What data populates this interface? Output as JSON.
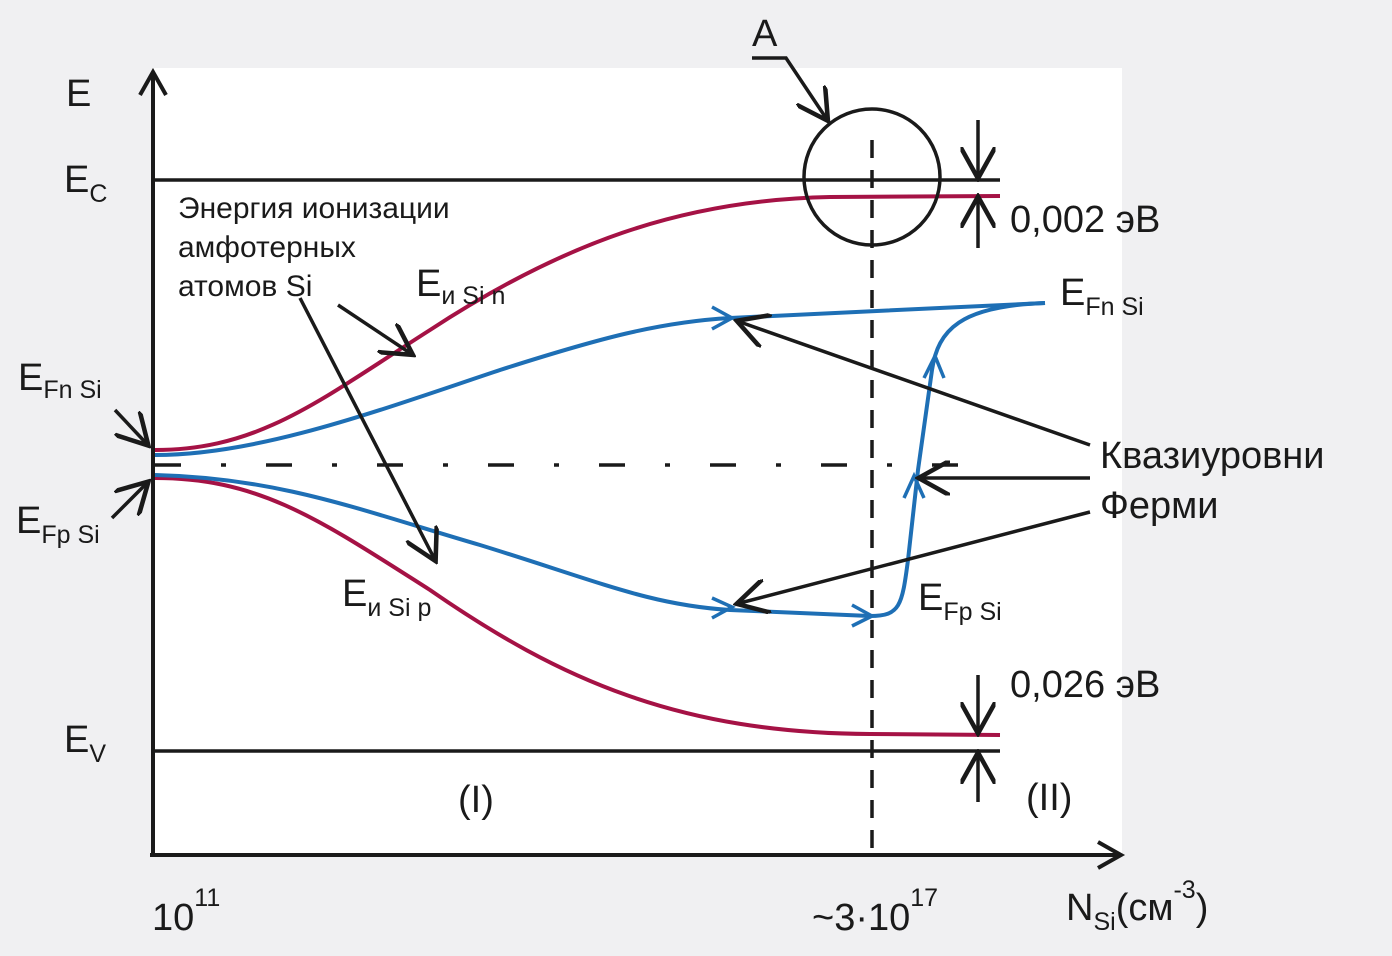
{
  "axes": {
    "y_label": "E",
    "x_label_main": "N",
    "x_label_sub": "Si",
    "x_label_unit": "(см",
    "x_label_exp": "-3",
    "x_label_close": ")",
    "x_tick_start_base": "10",
    "x_tick_start_exp": "11",
    "x_tick_mid_base": "~3·10",
    "x_tick_mid_exp": "17"
  },
  "levels": {
    "ec_main": "E",
    "ec_sub": "C",
    "ev_main": "E",
    "ev_sub": "V"
  },
  "labels": {
    "point_a": "A",
    "ionization_line1": "Энергия ионизации",
    "ionization_line2": "амфотерных",
    "ionization_line3": "атомов Si",
    "ei_n_main": "E",
    "ei_n_sub": "и Si n",
    "ei_p_main": "E",
    "ei_p_sub": "и Si p",
    "efn_left_main": "E",
    "efn_left_sub": "Fn Si",
    "efp_left_main": "E",
    "efp_left_sub": "Fp Si",
    "efn_right_main": "E",
    "efn_right_sub": "Fn Si",
    "efp_right_main": "E",
    "efp_right_sub": "Fp Si",
    "quasi_line1": "Квазиуровни",
    "quasi_line2": "Ферми",
    "gap_top": "0,002 эВ",
    "gap_bottom": "0,026 эВ",
    "region_1": "(I)",
    "region_2": "(II)"
  },
  "colors": {
    "ionization": "#a51245",
    "fermi": "#1e6fb5",
    "background": "#f0f0f2"
  }
}
